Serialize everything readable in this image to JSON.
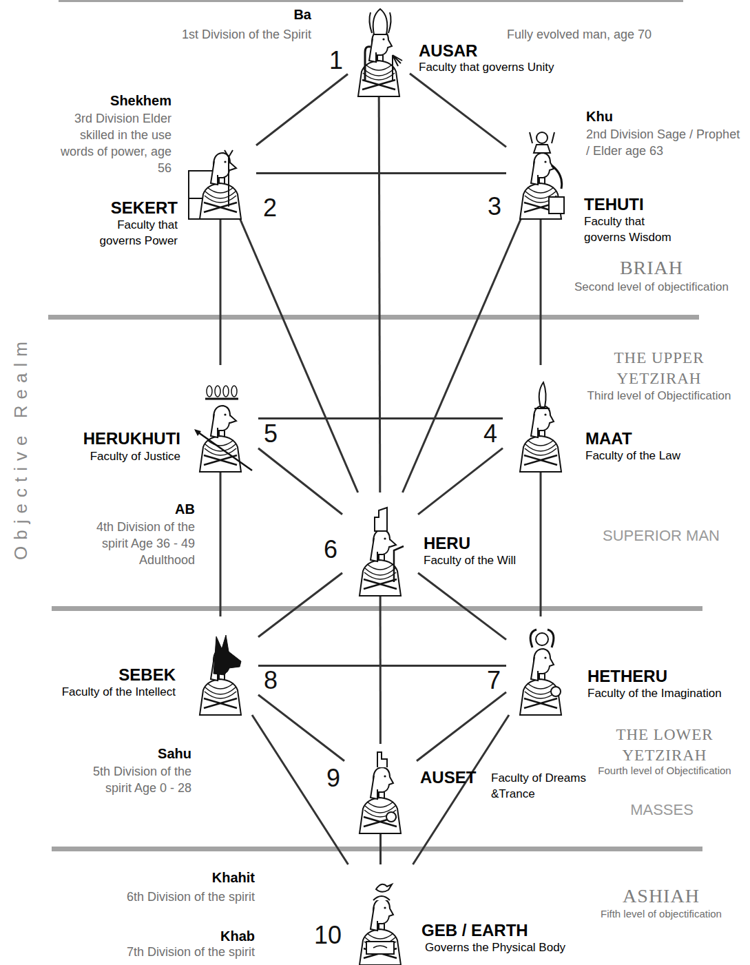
{
  "diagram": {
    "nodes": [
      {
        "text": [
          "1",
          "AUSAR",
          "Faculty that governs Unity"
        ]
      },
      {
        "text": [
          "2",
          "SEKERT",
          "Faculty that governs Power"
        ]
      },
      {
        "text": [
          "3",
          "TEHUTI",
          "Faculty that governs Wisdom"
        ]
      },
      {
        "text": [
          "4",
          "MAAT",
          "Faculty of the Law"
        ]
      },
      {
        "text": [
          "5",
          "HERUKHUTI",
          "Faculty of Justice"
        ]
      },
      {
        "text": [
          "6",
          "HERU",
          "Faculty of the Will"
        ]
      },
      {
        "text": [
          "7",
          "HETHERU",
          "Faculty of the Imagination"
        ]
      },
      {
        "text": [
          "8",
          "SEBEK",
          "Faculty of the Intellect"
        ]
      },
      {
        "text": [
          "9",
          "AUSET",
          "Faculty of Dreams &Trance"
        ]
      },
      {
        "text": [
          "10",
          "GEB / EARTH",
          "Governs the Physical Body"
        ]
      }
    ],
    "edges": [
      {
        "from": 0,
        "to": 1,
        "arrow": "none"
      },
      {
        "from": 0,
        "to": 2,
        "arrow": "none"
      },
      {
        "from": 0,
        "to": 5,
        "arrow": "none"
      },
      {
        "from": 1,
        "to": 2,
        "arrow": "none"
      },
      {
        "from": 1,
        "to": 4,
        "arrow": "none"
      },
      {
        "from": 1,
        "to": 5,
        "arrow": "none"
      },
      {
        "from": 2,
        "to": 3,
        "arrow": "none"
      },
      {
        "from": 2,
        "to": 5,
        "arrow": "none"
      },
      {
        "from": 4,
        "to": 3,
        "arrow": "none"
      },
      {
        "from": 4,
        "to": 5,
        "arrow": "none"
      },
      {
        "from": 3,
        "to": 5,
        "arrow": "none"
      },
      {
        "from": 4,
        "to": 7,
        "arrow": "none"
      },
      {
        "from": 3,
        "to": 6,
        "arrow": "none"
      },
      {
        "from": 5,
        "to": 7,
        "arrow": "none"
      },
      {
        "from": 5,
        "to": 6,
        "arrow": "none"
      },
      {
        "from": 5,
        "to": 8,
        "arrow": "none"
      },
      {
        "from": 7,
        "to": 6,
        "arrow": "none"
      },
      {
        "from": 7,
        "to": 8,
        "arrow": "none"
      },
      {
        "from": 6,
        "to": 8,
        "arrow": "none"
      },
      {
        "from": 7,
        "to": 9,
        "arrow": "none"
      },
      {
        "from": 6,
        "to": 9,
        "arrow": "none"
      },
      {
        "from": 8,
        "to": 9,
        "arrow": "none"
      }
    ],
    "labels": [
      "Ba",
      "1st Division of the Spirit",
      "Fully evolved man, age 70",
      "Shekhem",
      "3rd Division Elder skilled in the use words of power, age 56",
      "Khu",
      "2nd Division Sage / Prophet / Elder age 63",
      "BRIAH",
      "Second level of objectification",
      "Objective Realm",
      "THE UPPER YETZIRAH",
      "Third level of Objectification",
      "AB",
      "4th Division of the spirit Age 36 - 49 Adulthood",
      "SUPERIOR MAN",
      "Sahu",
      "5th Division of the spirit Age 0 - 28",
      "THE LOWER YETZIRAH",
      "Fourth level of Objectification",
      "MASSES",
      "Khahit",
      "6th Division of the spirit",
      "Khab",
      "7th Division of the spirit",
      "ASHIAH",
      "Fifth level of objectification"
    ]
  }
}
